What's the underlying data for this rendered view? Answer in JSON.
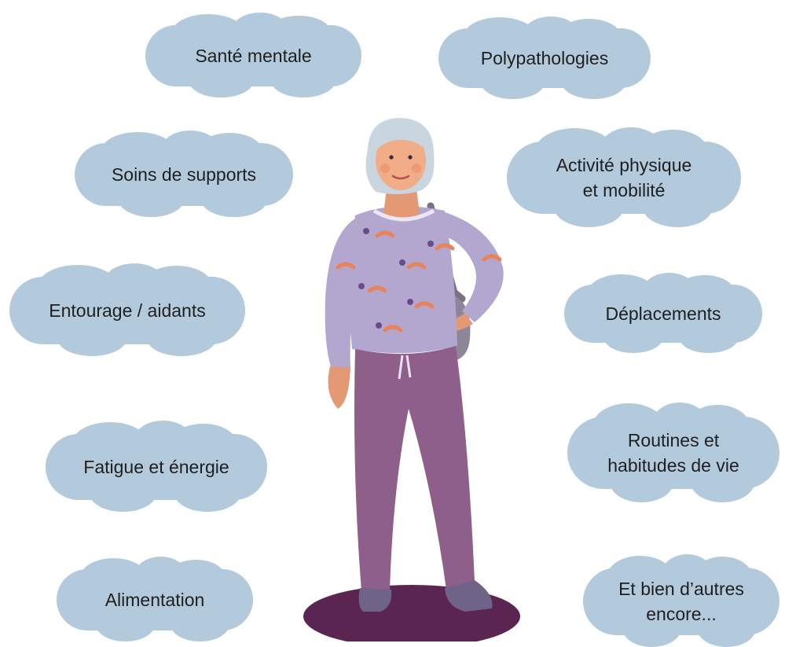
{
  "clouds": {
    "sante_mentale": "Santé mentale",
    "polypathologies": "Polypathologies",
    "soins_supports": "Soins de supports",
    "activite_physique": "Activité physique\net mobilité",
    "entourage": "Entourage / aidants",
    "deplacements": "Déplacements",
    "fatigue": "Fatigue et énergie",
    "routines": "Routines et\nhabitudes de vie",
    "alimentation": "Alimentation",
    "autres": "Et bien d’autres\nencore..."
  },
  "colors": {
    "cloud": "#b3cadc",
    "shirt": "#b3a7cf",
    "pants": "#8d5f8a",
    "floor": "#5a2550",
    "pattern": "#e8845a"
  },
  "figure": "elderly-woman-illustration"
}
